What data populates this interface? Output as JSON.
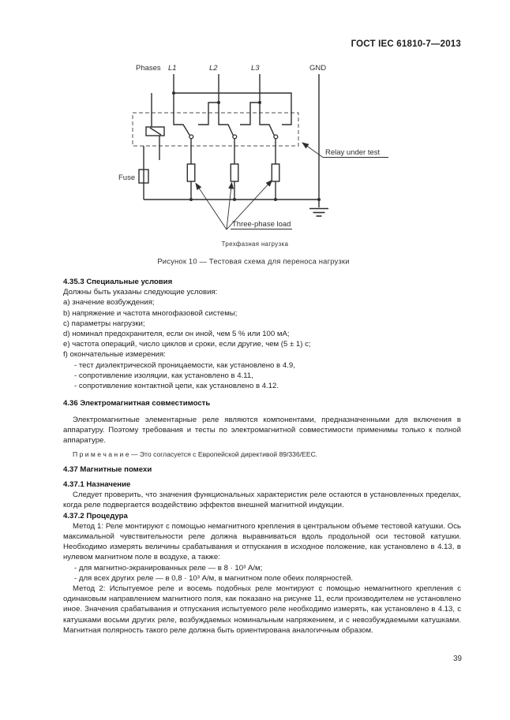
{
  "page": {
    "header": "ГОСТ IEC 61810-7—2013",
    "page_number": "39"
  },
  "figure": {
    "labels": {
      "phases": "Phases",
      "l1": "L1",
      "l2": "L2",
      "l3": "L3",
      "gnd": "GND",
      "fuse": "Fuse",
      "relay_under_test": "Relay under test",
      "three_phase_load": "Three-phase load"
    },
    "caption_small": "Трехфазная нагрузка",
    "caption": "Рисунок 10 — Тестовая схема для переноса нагрузки"
  },
  "sections": {
    "s4353": {
      "title": "4.35.3 Специальные условия",
      "intro": "Должны быть указаны следующие условия:",
      "items": [
        "a) значение возбуждения;",
        "b) напряжение и частота многофазовой системы;",
        "c) параметры нагрузки;",
        "d) номинал предохранителя, если он иной, чем 5 % или 100 мА;",
        "e) частота операций, число циклов и сроки, если другие, чем (5 ± 1) с;",
        "f) окончательные измерения:"
      ],
      "subitems": [
        "- тест диэлектрической проницаемости, как установлено в 4.9,",
        "- сопротивление изоляции, как установлено в 4.11,",
        "- сопротивление контактной цепи, как установлено в 4.12."
      ]
    },
    "s436": {
      "title": "4.36 Электромагнитная совместимость",
      "para": "Электромагнитные элементарные реле являются компонентами, предназначенными для включения в аппаратуру. Поэтому требования и тесты по электромагнитной совместимости применимы только к полной аппаратуре.",
      "note": "П р и м е ч а н и е — Это согласуется с Европейской директивой 89/336/ЕЕС."
    },
    "s437": {
      "title": "4.37 Магнитные помехи",
      "s4371_title": "4.37.1 Назначение",
      "s4371_para": "Следует проверить, что значения функциональных характеристик реле остаются в установленных пределах, когда реле подвергается воздействию эффектов внешней магнитной индукции.",
      "s4372_title": "4.37.2 Процедура",
      "method1": "Метод 1: Реле монтируют с помощью немагнитного крепления в центральном объеме тестовой катушки. Ось максимальной чувствительности реле должна выравниваться вдоль продольной оси тестовой катушки. Необходимо измерять величины срабатывания и отпускания в исходное положение, как установлено в 4.13, в нулевом магнитном поле в воздухе, а также:",
      "method1_items": [
        "- для магнитно-экранированных реле — в 8 · 10³ А/м;",
        "- для всех других реле — в 0,8 · 10³ А/м, в магнитном поле обеих полярностей."
      ],
      "method2": "Метод 2: Испытуемое реле и восемь подобных реле монтируют с помощью немагнитного крепления с одинаковым направлением магнитного поля, как показано на рисунке 11, если производителем не установлено иное. Значения срабатывания и отпускания испытуемого реле необходимо измерять, как установлено в 4.13, с катушками восьми других реле, возбуждаемых номинальным напряжением, и с невозбуждаемыми катушками. Магнитная полярность такого реле должна быть ориентирована аналогичным образом."
    }
  }
}
